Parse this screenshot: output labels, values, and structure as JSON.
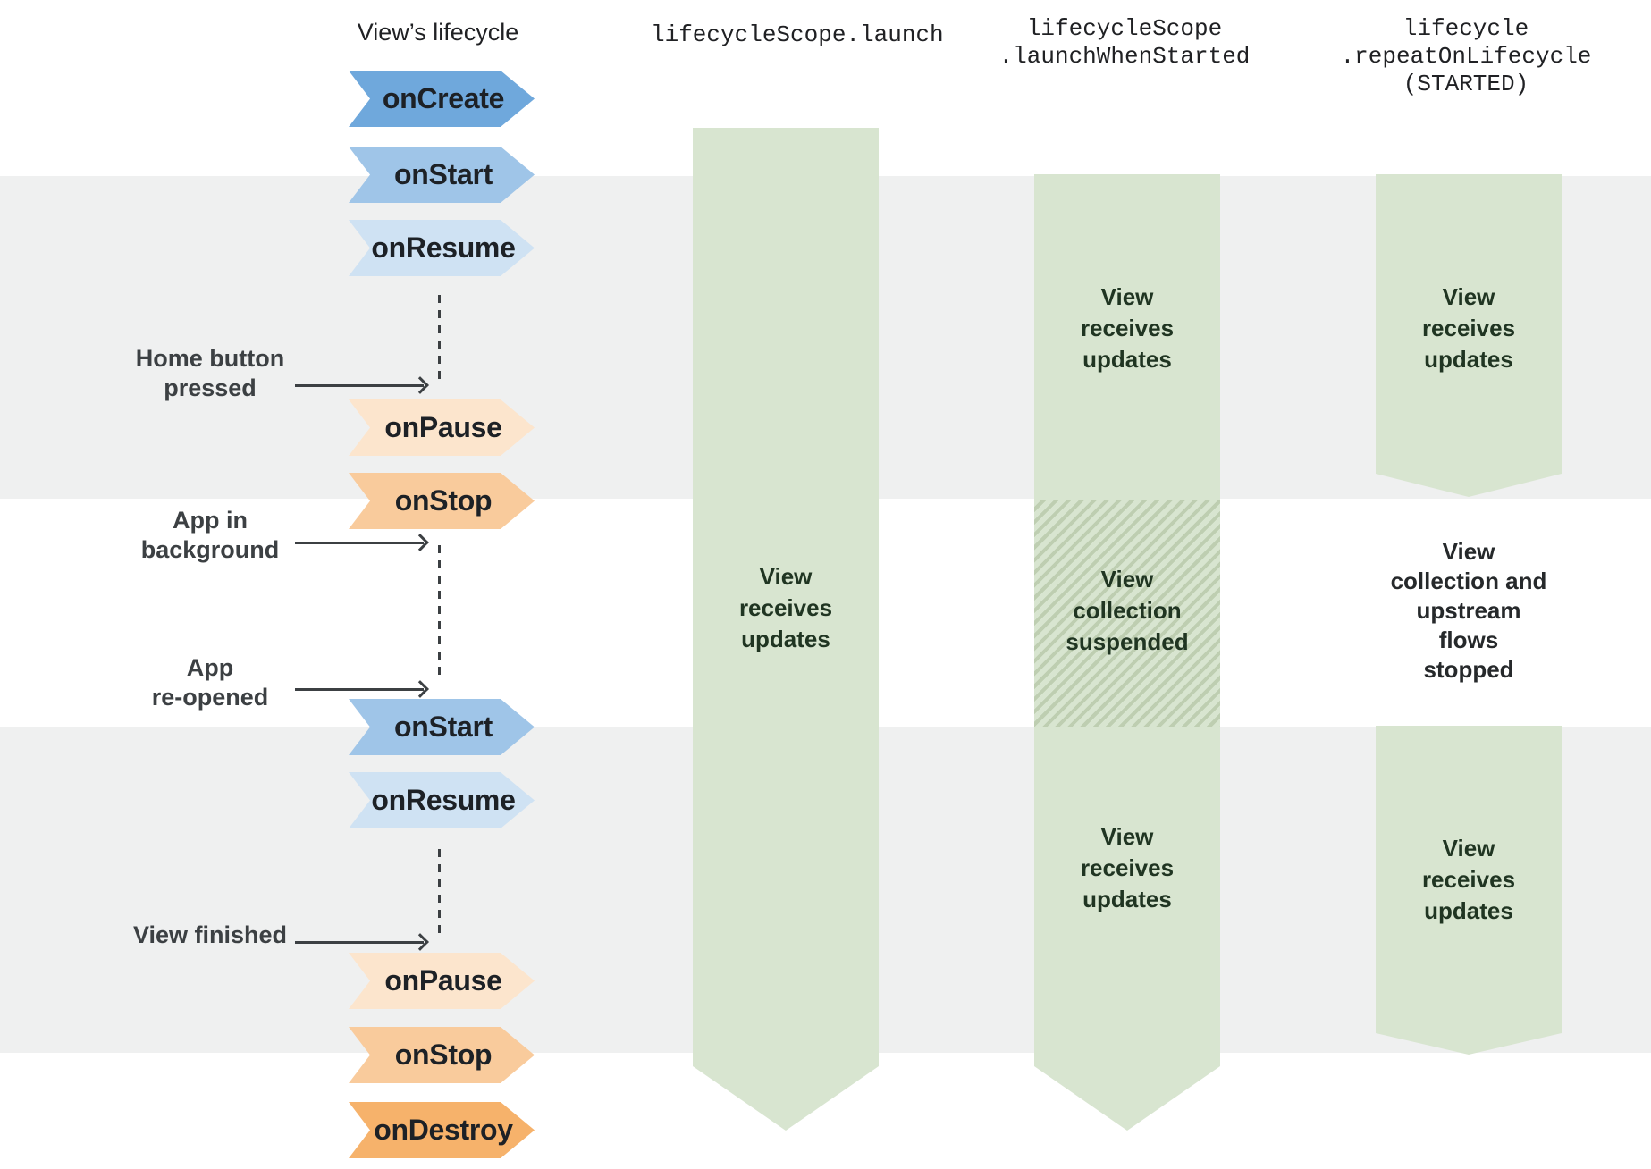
{
  "diagram": {
    "columns": {
      "lifecycle": {
        "header": "View’s lifecycle"
      },
      "launch": {
        "header": "lifecycleScope.launch"
      },
      "launch_when_started": {
        "header": "lifecycleScope\n.launchWhenStarted"
      },
      "repeat_on_lifecycle": {
        "header": "lifecycle\n.repeatOnLifecycle\n(STARTED)"
      }
    },
    "chevrons": [
      {
        "label": "onCreate",
        "color": "#6fa8dc"
      },
      {
        "label": "onStart",
        "color": "#9fc5e8"
      },
      {
        "label": "onResume",
        "color": "#cfe2f3"
      },
      {
        "label": "onPause",
        "color": "#fce5cd"
      },
      {
        "label": "onStop",
        "color": "#f9cb9c"
      },
      {
        "label": "onStart",
        "color": "#9fc5e8"
      },
      {
        "label": "onResume",
        "color": "#cfe2f3"
      },
      {
        "label": "onPause",
        "color": "#fce5cd"
      },
      {
        "label": "onStop",
        "color": "#f9cb9c"
      },
      {
        "label": "onDestroy",
        "color": "#f6b26b"
      }
    ],
    "events": [
      {
        "label": "Home button\npressed"
      },
      {
        "label": "App in\nbackground"
      },
      {
        "label": "App\nre-opened"
      },
      {
        "label": "View finished"
      }
    ],
    "bands": {
      "launch": {
        "label": "View\nreceives\nupdates"
      },
      "launch_when_started": {
        "top_label": "View\nreceives\nupdates",
        "middle_label": "View\ncollection\nsuspended",
        "bottom_label": "View\nreceives\nupdates"
      },
      "repeat_on_lifecycle": {
        "top_label": "View\nreceives\nupdates",
        "gap_label": "View\ncollection and\nupstream\nflows\nstopped",
        "bottom_label": "View\nreceives\nupdates"
      }
    },
    "colors": {
      "stripe_gray": "#eff0f0",
      "band_green": "#d8e5d0",
      "hatch_stripe": "#c9dabf",
      "chevron_text": "#1d2126",
      "band_text": "#203522",
      "label_text": "#3c4043",
      "header_text": "#202124",
      "arrow": "#3c4043"
    }
  }
}
